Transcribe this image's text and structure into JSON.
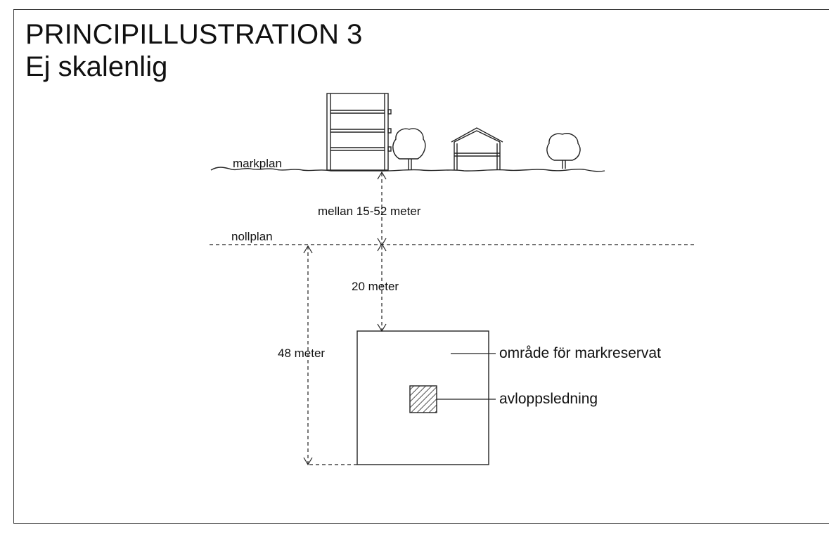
{
  "title": "PRINCIPILLUSTRATION 3",
  "subtitle": "Ej skalenlig",
  "labels": {
    "ground": "markplan",
    "zero_plane": "nollplan",
    "depth_to_zero": "mellan 15-52 meter",
    "depth_to_area": "20 meter",
    "area_height": "48 meter",
    "reserve_area": "område för markreservat",
    "sewer_line": "avloppsledning"
  },
  "colors": {
    "line": "#222222",
    "background": "#ffffff"
  }
}
